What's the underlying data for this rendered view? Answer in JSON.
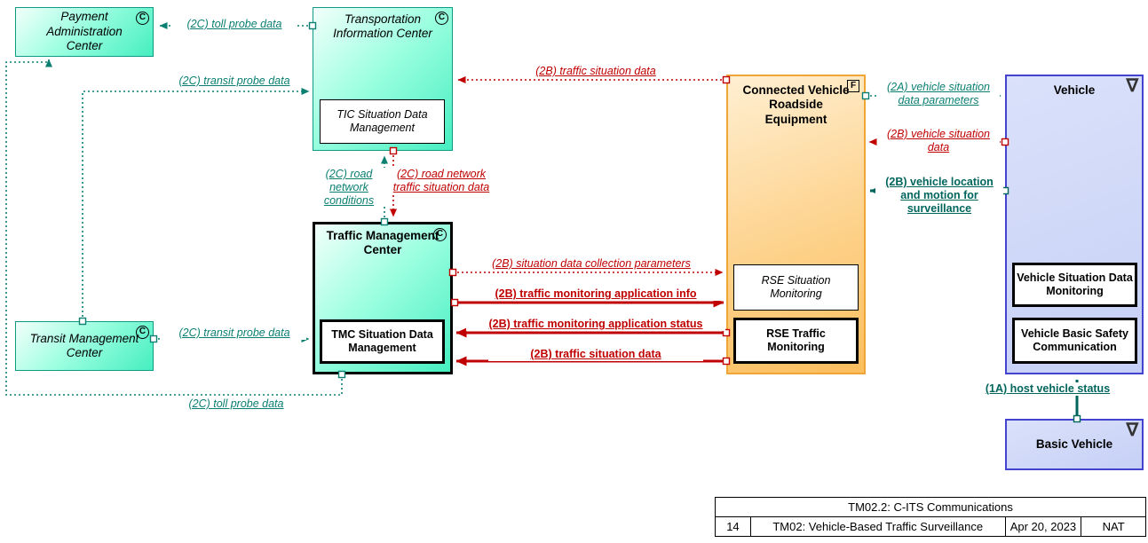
{
  "colors": {
    "teal": "#0a7f72",
    "teal_dark": "#00655c",
    "red": "#c00000",
    "center_border": "#0e9a85",
    "rse_border": "#efa636",
    "vehicle_border": "#4343cf"
  },
  "nodes": {
    "payment_admin": {
      "title": "Payment Administration Center",
      "icon": "C"
    },
    "tic": {
      "title": "Transportation Information Center",
      "icon": "C",
      "children": {
        "tic_sdm": "TIC Situation Data Management"
      }
    },
    "tmc": {
      "title": "Traffic Management Center",
      "icon": "C",
      "children": {
        "tmc_sdm": "TMC Situation Data Management"
      }
    },
    "transit": {
      "title": "Transit Management Center",
      "icon": "C"
    },
    "rse": {
      "title": "Connected Vehicle Roadside Equipment",
      "icon": "F",
      "children": {
        "rse_sm": "RSE Situation Monitoring",
        "rse_tm": "RSE Traffic Monitoring"
      }
    },
    "vehicle": {
      "title": "Vehicle",
      "icon": "∇",
      "children": {
        "v_sdm": "Vehicle Situation Data Monitoring",
        "v_bsc": "Vehicle Basic Safety Communication"
      }
    },
    "basic_vehicle": {
      "title": "Basic Vehicle",
      "icon": "∇"
    }
  },
  "flows": {
    "toll_top": "(2C) toll probe data",
    "transit_tic": "(2C) transit probe data",
    "tsd_top": "(2B) traffic situation data",
    "vsdp": "(2A) vehicle situation data parameters",
    "vsd": "(2B) vehicle situation data",
    "vloc": "(2B) vehicle location and motion for surveillance",
    "rnc": "(2C) road network conditions",
    "rntsd": "(2C) road network traffic situation data",
    "sdcp": "(2B) situation data collection parameters",
    "tmai": "(2B) traffic monitoring application info",
    "tmas": "(2B) traffic monitoring application status",
    "tsd_bottom": "(2B) traffic situation data",
    "transit_tmc": "(2C) transit probe data",
    "toll_bottom": "(2C) toll probe data",
    "hvs": "(1A) host vehicle status"
  },
  "titleblock": {
    "row1": "TM02.2: C-ITS Communications",
    "cell_num": "14",
    "cell_title": "TM02: Vehicle-Based Traffic Surveillance",
    "cell_date": "Apr 20, 2023",
    "cell_org": "NAT"
  }
}
